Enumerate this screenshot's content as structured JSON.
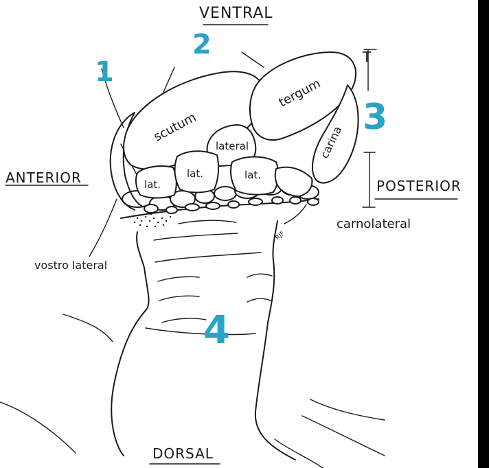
{
  "labels": {
    "ventral": "VENTRAL",
    "dorsal": "DORSAL",
    "anterior": "ANTERIOR",
    "posterior": "POSTERIOR",
    "scutum": "scutum",
    "tergum": "tergum",
    "carina": "carina",
    "lateral": "lateral",
    "lat_left": "lat.",
    "lat_middle": "lat.",
    "lat_right": "lat.",
    "rostro_lateral": "vostro lateral",
    "carinolateral": "carnolateral",
    "tick_t": "T",
    "artist_initials": "RJF"
  },
  "annotations": {
    "n1": "1",
    "n2": "2",
    "n3": "3",
    "n4": "4",
    "color": "#2ba3c6"
  },
  "colors": {
    "ink": "#1a1a1a",
    "background": "#ffffff",
    "edge_bar": "#000000"
  }
}
